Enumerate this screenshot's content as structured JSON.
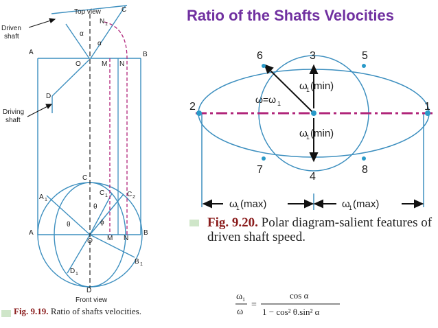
{
  "slide": {
    "title": "Ratio of the Shafts Velocities"
  },
  "fig919": {
    "labels": {
      "top_view": "Top view",
      "driven_shaft": [
        "Driven",
        "shaft"
      ],
      "driving_shaft": [
        "Driving",
        "shaft"
      ],
      "front_view": "Front view",
      "C_top": "C",
      "N1": "N",
      "N1_sub": "1",
      "alpha_1": "α",
      "alpha_2": "α",
      "A_top": "A",
      "O_top": "O",
      "M_top": "M",
      "N_top": "N",
      "B_top": "B",
      "D_top": "D",
      "C_front": "C",
      "A1": "A",
      "A1_sub": "1",
      "C1": "C",
      "C1_sub": "1",
      "C2": "C",
      "C2_sub": "2",
      "theta_1": "θ",
      "theta_2": "θ",
      "phi": "ϕ",
      "A_front": "A",
      "O_front": "O",
      "M_front": "M",
      "N_front": "N",
      "B_front": "B",
      "B1": "B",
      "B1_sub": "1",
      "D1": "D",
      "D1_sub": "1",
      "D_front": "D"
    },
    "caption_num": "Fig. 9.19.",
    "caption_text": "Ratio of shafts velocities."
  },
  "fig920": {
    "points": [
      "1",
      "2",
      "3",
      "4",
      "5",
      "6",
      "7",
      "8"
    ],
    "omega_eq": "ω=ω",
    "omega_eq_sub": "1",
    "w1_min_top": "ω",
    "w1_min_top_sub": "1",
    "w1_min_top_rest": "(min)",
    "w1_min_bot": "ω",
    "w1_min_bot_sub": "1",
    "w1_min_bot_rest": "(min)",
    "w1_max_left": "ω",
    "w1_max_left_sub": "1",
    "w1_max_left_rest": "(max)",
    "w1_max_right": "ω",
    "w1_max_right_sub": "1",
    "w1_max_right_rest": "(max)",
    "caption_num": "Fig. 9.20.",
    "caption_text": "Polar diagram-salient features of driven shaft speed."
  },
  "formula": {
    "lhs_num": "ω",
    "lhs_num_sub": "1",
    "lhs_den": "ω",
    "equals": "=",
    "rhs_num": "cos α",
    "rhs_den": "1 − cos² θ.sin² α"
  },
  "colors": {
    "title": "#7030a0",
    "line": "#3d8fbf",
    "axis": "#b0247a",
    "point": "#2a9ac9",
    "caption_num": "#8a1c1c"
  }
}
